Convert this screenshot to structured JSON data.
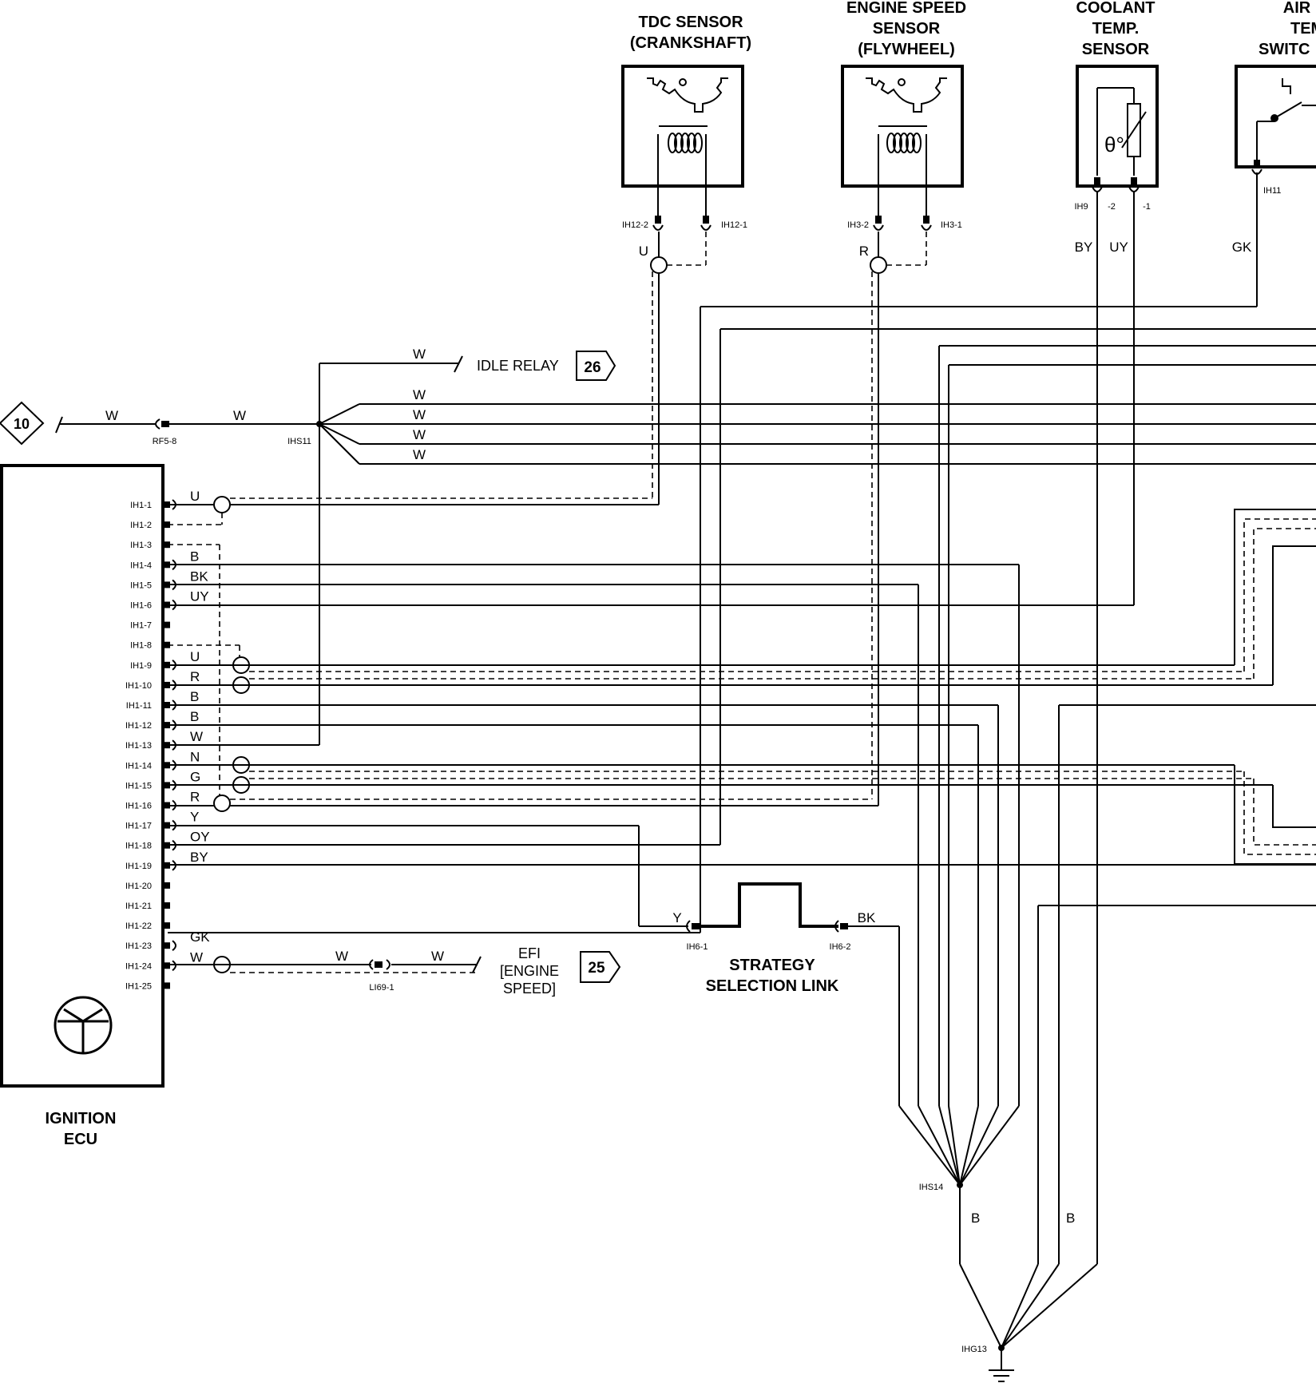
{
  "sensors": {
    "tdc": {
      "title_line1": "TDC SENSOR",
      "title_line2": "(CRANKSHAFT)",
      "pin_a": "IH12-2",
      "pin_b": "IH12-1",
      "wire": "U"
    },
    "engine_speed": {
      "title_line1": "ENGINE SPEED",
      "title_line2": "SENSOR",
      "title_line3": "(FLYWHEEL)",
      "pin_a": "IH3-2",
      "pin_b": "IH3-1",
      "wire": "R"
    },
    "coolant": {
      "title_line1": "COOLANT",
      "title_line2": "TEMP.",
      "title_line3": "SENSOR",
      "pin_a": "IH9",
      "pin_a2": "-2",
      "pin_b": "-1",
      "wire_a": "BY",
      "wire_b": "UY",
      "symbol": "θ°"
    },
    "air_temp": {
      "title_line1": "AIR",
      "title_line2": "TEMP",
      "title_line3": "SWITC",
      "pin": "IH11",
      "wire": "GK"
    }
  },
  "idle_relay": {
    "wire": "W",
    "label": "IDLE RELAY",
    "ref": "26"
  },
  "feed": {
    "ref": "10",
    "wire_a": "W",
    "wire_b": "W",
    "connector": "RF5-8",
    "splice": "IHS11",
    "branch_wires": [
      "W",
      "W",
      "W",
      "W"
    ]
  },
  "ecu": {
    "title_line1": "IGNITION",
    "title_line2": "ECU",
    "pins": [
      "IH1-1",
      "IH1-2",
      "IH1-3",
      "IH1-4",
      "IH1-5",
      "IH1-6",
      "IH1-7",
      "IH1-8",
      "IH1-9",
      "IH1-10",
      "IH1-11",
      "IH1-12",
      "IH1-13",
      "IH1-14",
      "IH1-15",
      "IH1-16",
      "IH1-17",
      "IH1-18",
      "IH1-19",
      "IH1-20",
      "IH1-21",
      "IH1-22",
      "IH1-23",
      "IH1-24",
      "IH1-25"
    ],
    "wire_colors": [
      "U",
      "",
      "",
      "B",
      "BK",
      "UY",
      "",
      "",
      "U",
      "R",
      "B",
      "B",
      "W",
      "N",
      "G",
      "R",
      "Y",
      "OY",
      "BY",
      "",
      "",
      "",
      "GK",
      "W",
      ""
    ]
  },
  "efi": {
    "wire_a": "W",
    "wire_b": "W",
    "connector": "LI69-1",
    "label_line1": "EFI",
    "label_line2": "[ENGINE",
    "label_line3": "SPEED]",
    "ref": "25"
  },
  "strategy": {
    "wire_a": "Y",
    "wire_b": "BK",
    "pin_a": "IH6-1",
    "pin_b": "IH6-2",
    "title_line1": "STRATEGY",
    "title_line2": "SELECTION LINK"
  },
  "ground": {
    "splice": "IHS14",
    "wire_a": "B",
    "wire_b": "B",
    "ground": "IHG13"
  }
}
